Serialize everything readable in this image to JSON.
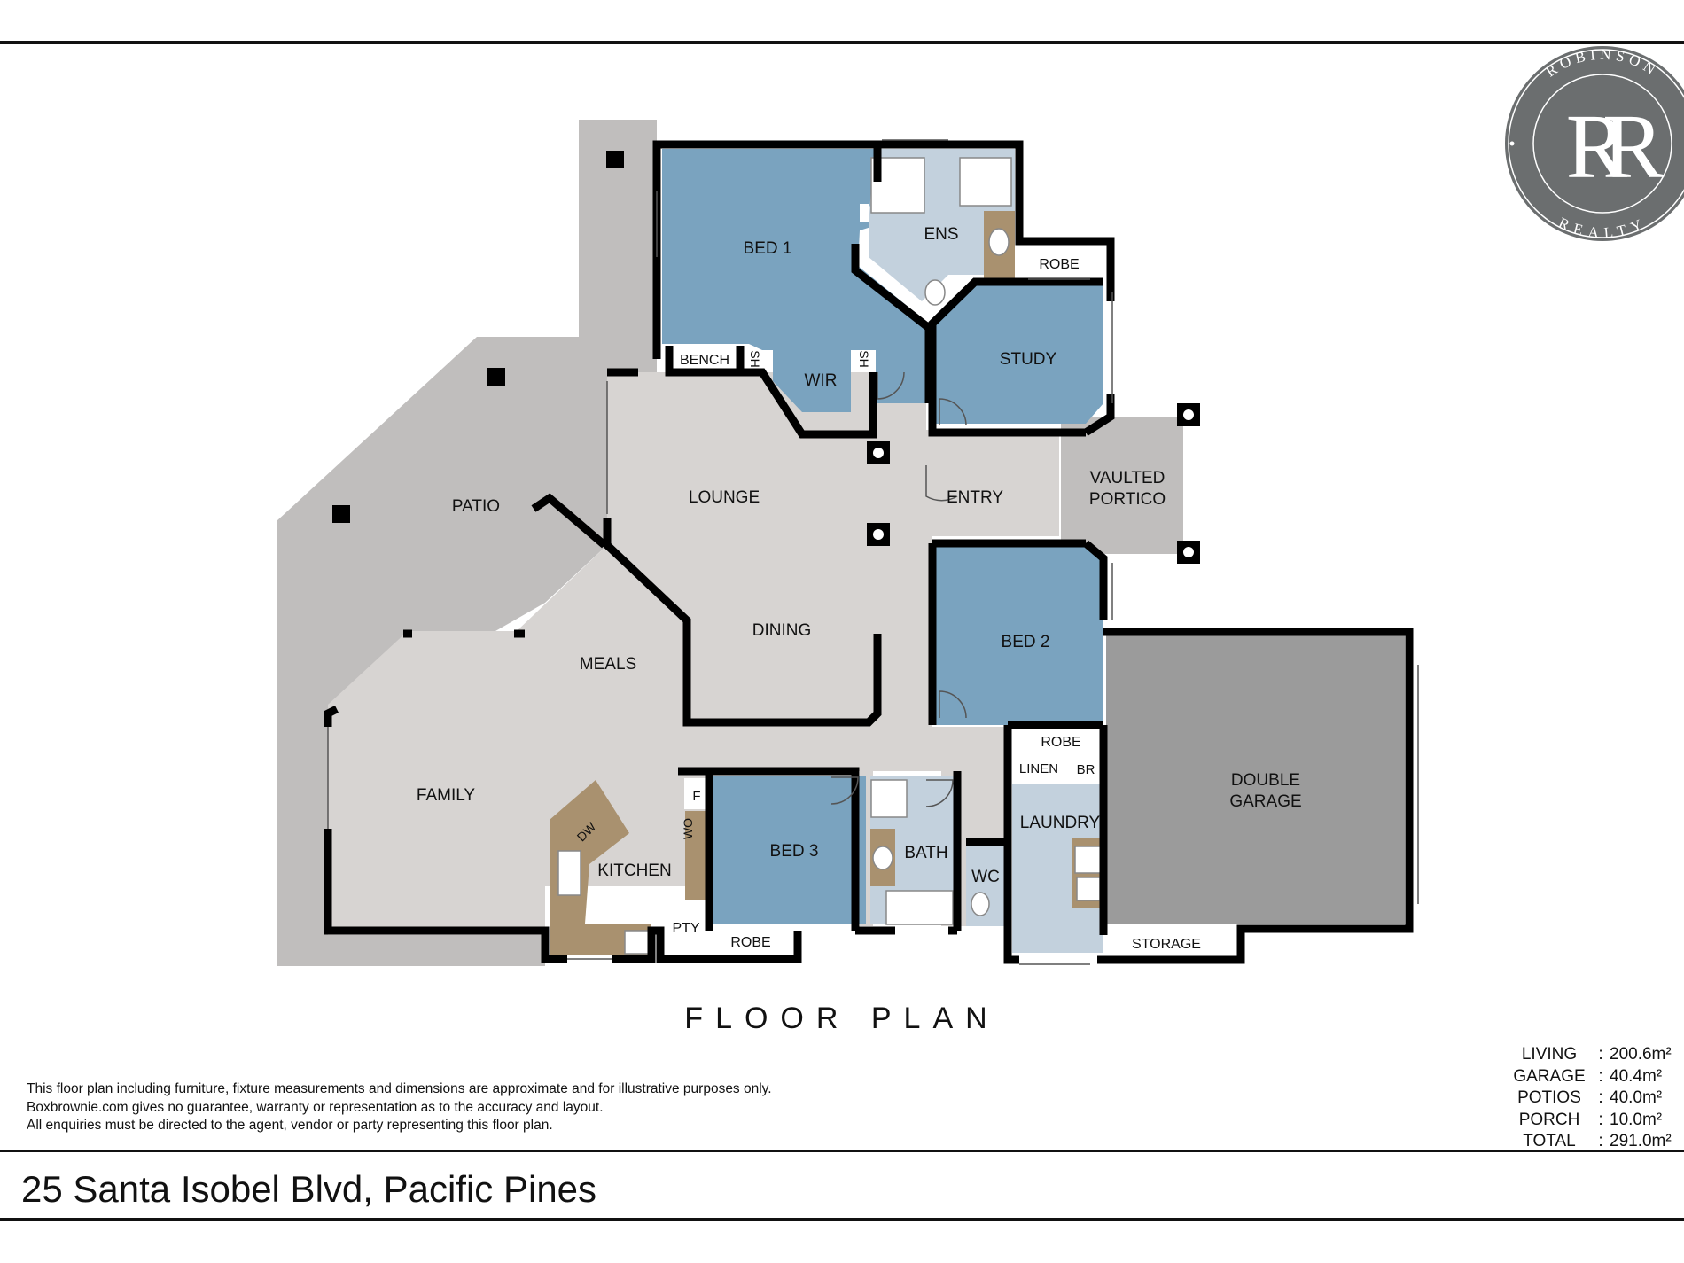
{
  "logo": {
    "top_text": "ROBINSON",
    "bottom_text": "REALTY",
    "monogram": "RR",
    "color": "#6b6e6f"
  },
  "rooms": {
    "bed1": "BED 1",
    "ens": "ENS",
    "robe_study": "ROBE",
    "study": "STUDY",
    "bench": "BENCH",
    "sh_left": "SH",
    "wir": "WIR",
    "sh_right": "SH",
    "patio": "PATIO",
    "lounge": "LOUNGE",
    "entry": "ENTRY",
    "vaulted_portico_line1": "VAULTED",
    "vaulted_portico_line2": "PORTICO",
    "dining": "DINING",
    "meals": "MEALS",
    "bed2": "BED 2",
    "robe_bed2": "ROBE",
    "linen": "LINEN",
    "br": "BR",
    "double_garage_line1": "DOUBLE",
    "double_garage_line2": "GARAGE",
    "family": "FAMILY",
    "dw": "DW",
    "kitchen": "KITCHEN",
    "f": "F",
    "wo": "WO",
    "pty": "PTY",
    "bed3": "BED 3",
    "robe_bed3": "ROBE",
    "bath": "BATH",
    "wc": "WC",
    "laundry": "LAUNDRY",
    "storage": "STORAGE"
  },
  "colors": {
    "bedroom": "#7aa3bf",
    "wet_area": "#c3d1dd",
    "living": "#d7d4d2",
    "outdoor": "#c0bebd",
    "garage": "#9b9b9b",
    "wall": "#000000",
    "bench_top": "#a9916f"
  },
  "floor_plan_title": "FLOOR PLAN",
  "disclaimer": [
    "This floor plan including furniture, fixture measurements and dimensions are approximate and for illustrative purposes only.",
    "Boxbrownie.com gives no guarantee, warranty or representation as to the accuracy and layout.",
    "All enquiries must be directed to the agent, vendor or party representing this floor plan."
  ],
  "areas": [
    {
      "label": "LIVING",
      "sep": ":",
      "value": "200.6m²"
    },
    {
      "label": "GARAGE",
      "sep": ":",
      "value": "40.4m²"
    },
    {
      "label": "POTIOS",
      "sep": ":",
      "value": "40.0m²"
    },
    {
      "label": "PORCH",
      "sep": ":",
      "value": "10.0m²"
    },
    {
      "label": "TOTAL",
      "sep": ":",
      "value": "291.0m²"
    }
  ],
  "address": "25 Santa Isobel Blvd, Pacific Pines"
}
